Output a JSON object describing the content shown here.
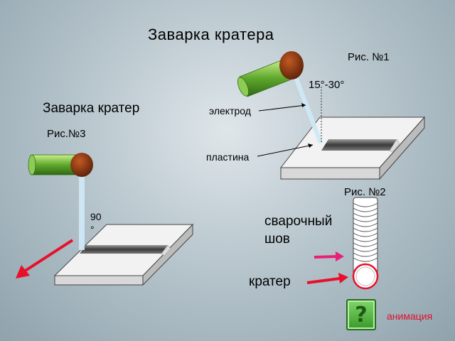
{
  "title": "Заварка кратера",
  "labels": {
    "fig1": "Рис. №1",
    "fig2": "Рис. №2",
    "fig3": "Рис.№3",
    "angle": "15°-30°",
    "weld_crater": "Заварка кратер",
    "electrode": "электрод",
    "plate": "пластина",
    "seam": "сварочный шов",
    "deg90": "90 °",
    "crater": "кратер"
  },
  "controls": {
    "help_glyph": "?",
    "animation": "анимация"
  },
  "icons": [
    "electrode-holder-icon",
    "arrow-icon",
    "question-mark-icon"
  ],
  "colors": {
    "text": "#000000",
    "link": "#e0102a",
    "arrow_red": "#e8102a",
    "arrow_pink": "#e8207a",
    "electrode_green": "#5fa82c",
    "electrode_tip": "#8a3a12",
    "button_green": "#4fb03a"
  }
}
